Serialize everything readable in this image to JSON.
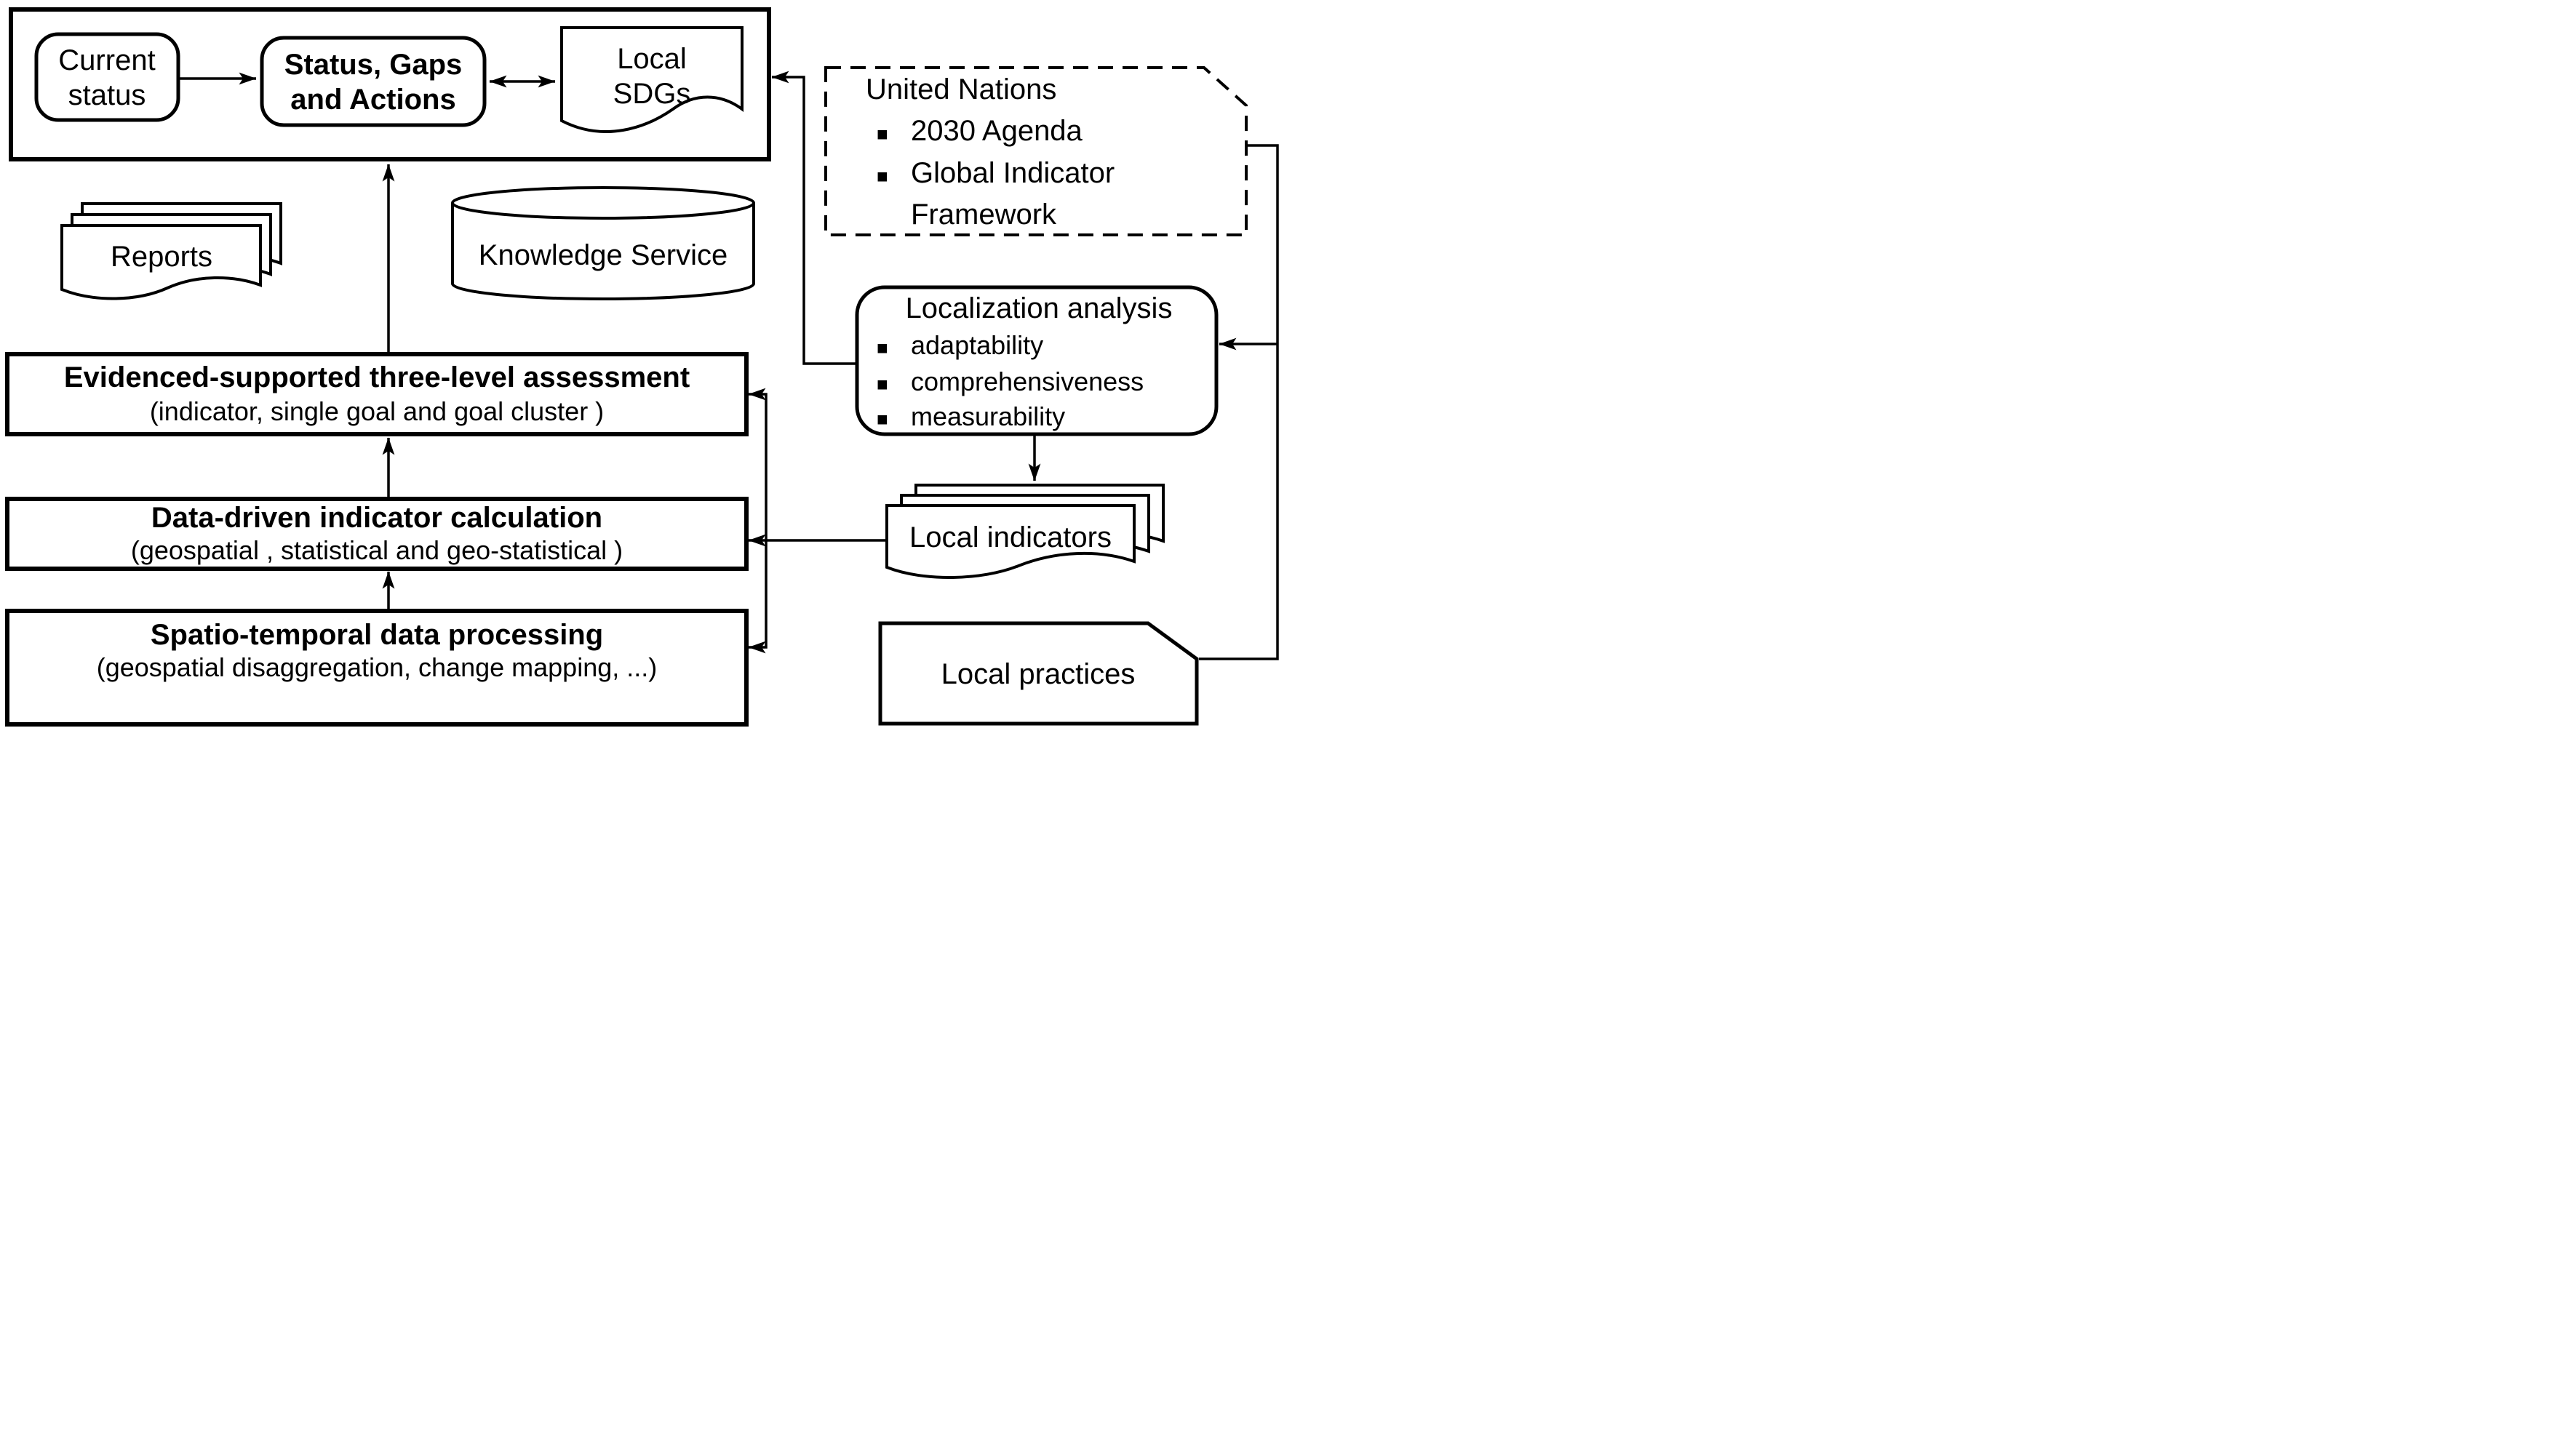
{
  "top_container": {
    "current_status": {
      "line1": "Current",
      "line2": "status"
    },
    "status_gaps_actions": {
      "line1": "Status, Gaps",
      "line2": "and Actions"
    },
    "local_sdgs": {
      "line1": "Local",
      "line2": "SDGs"
    }
  },
  "united_nations": {
    "title": "United Nations",
    "item1": "2030 Agenda",
    "item2": "Global Indicator",
    "item2_cont": "Framework"
  },
  "reports": {
    "label": "Reports"
  },
  "knowledge_service": {
    "label": "Knowledge Service"
  },
  "localization_analysis": {
    "title": "Localization analysis",
    "item1": "adaptability",
    "item2": "comprehensiveness",
    "item3": "measurability"
  },
  "assessment": {
    "title": "Evidenced-supported three-level assessment",
    "subtitle": "(indicator, single goal and goal cluster )"
  },
  "indicator_calculation": {
    "title": "Data-driven indicator calculation",
    "subtitle": "(geospatial , statistical and geo-statistical )"
  },
  "data_processing": {
    "title": "Spatio-temporal data processing",
    "subtitle": "(geospatial disaggregation, change mapping, ...)"
  },
  "local_indicators": {
    "label": "Local indicators"
  },
  "local_practices": {
    "label": "Local practices"
  },
  "ui": {
    "bullet": "■"
  },
  "colors": {
    "stroke": "#000000",
    "background": "#ffffff",
    "text": "#000000"
  }
}
